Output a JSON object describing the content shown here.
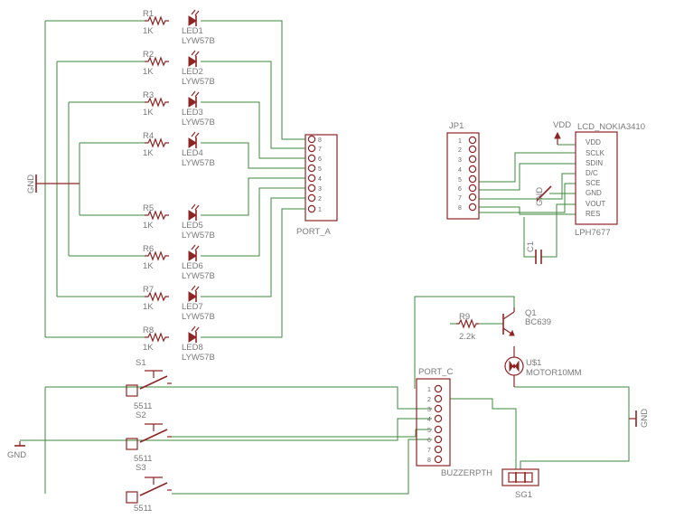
{
  "leds": [
    {
      "r": "R1",
      "rv": "1K",
      "led": "LED1",
      "lv": "LYW57B"
    },
    {
      "r": "R2",
      "rv": "1K",
      "led": "LED2",
      "lv": "LYW57B"
    },
    {
      "r": "R3",
      "rv": "1K",
      "led": "LED3",
      "lv": "LYW57B"
    },
    {
      "r": "R4",
      "rv": "1K",
      "led": "LED4",
      "lv": "LYW57B"
    },
    {
      "r": "R5",
      "rv": "1K",
      "led": "LED5",
      "lv": "LYW57B"
    },
    {
      "r": "R6",
      "rv": "1K",
      "led": "LED6",
      "lv": "LYW57B"
    },
    {
      "r": "R7",
      "rv": "1K",
      "led": "LED7",
      "lv": "LYW57B"
    },
    {
      "r": "R8",
      "rv": "1K",
      "led": "LED8",
      "lv": "LYW57B"
    }
  ],
  "port_a": {
    "name": "PORT_A",
    "pins": [
      "8",
      "7",
      "6",
      "5",
      "4",
      "3",
      "2",
      "1"
    ]
  },
  "port_c": {
    "name": "PORT_C",
    "pins": [
      "1",
      "2",
      "3",
      "4",
      "5",
      "6",
      "7",
      "8"
    ]
  },
  "jp1": {
    "name": "JP1",
    "pins": [
      "1",
      "2",
      "3",
      "4",
      "5",
      "6",
      "7",
      "8"
    ]
  },
  "lcd": {
    "name": "LCD_NOKIA3410",
    "value": "LPH7677",
    "pins": [
      "VDD",
      "SCLK",
      "SDIN",
      "D/C",
      "SCE",
      "GND",
      "VOUT",
      "RES"
    ]
  },
  "supplies": {
    "vdd": "VDD",
    "gnd_left": "GND",
    "gnd_lcd": "GND",
    "gnd_right": "GND",
    "gnd_bottom": "GND"
  },
  "c1": {
    "name": "C1"
  },
  "r9": {
    "name": "R9",
    "value": "2.2k"
  },
  "q1": {
    "name": "Q1",
    "value": "BC639"
  },
  "motor": {
    "name": "U$1",
    "value": "MOTOR10MM"
  },
  "buzzer": {
    "name": "SG1",
    "value": "BUZZERPTH"
  },
  "switches": [
    {
      "name": "S1",
      "value": "5511"
    },
    {
      "name": "S2",
      "value": "5511"
    },
    {
      "name": "S3",
      "value": "5511"
    }
  ]
}
